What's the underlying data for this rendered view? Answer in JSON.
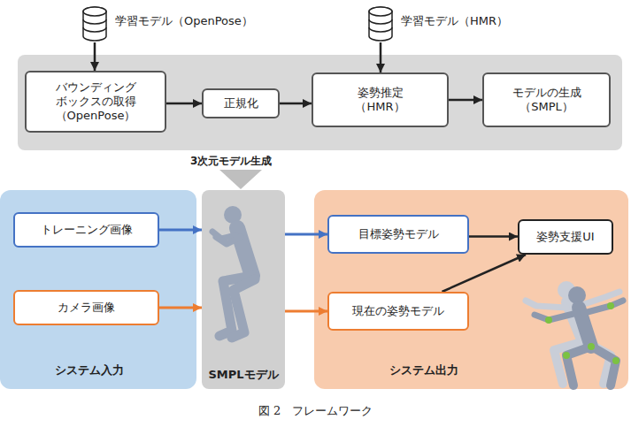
{
  "diagram": {
    "caption": "図 2　フレームワーク",
    "nodes": [
      {
        "text": [
          "学習モデル（OpenPose）"
        ]
      },
      {
        "text": [
          "学習モデル（HMR）"
        ]
      },
      {
        "text": [
          "3次元モデル生成"
        ]
      },
      {
        "text": [
          "バウンディング ボックスの取得 （OpenPose）"
        ],
        "in": 2
      },
      {
        "text": [
          "正規化"
        ],
        "in": 2
      },
      {
        "text": [
          "姿勢推定 （HMR）"
        ],
        "in": 2
      },
      {
        "text": [
          "モデルの生成 （SMPL）"
        ],
        "in": 2
      },
      {
        "text": [
          "システム入力"
        ]
      },
      {
        "text": [
          "トレーニング画像"
        ],
        "in": 7
      },
      {
        "text": [
          "カメラ画像"
        ],
        "in": 7
      },
      {
        "text": [
          "SMPLモデル"
        ]
      },
      {
        "text": [
          "システム出力"
        ]
      },
      {
        "text": [
          "目標姿勢モデル"
        ],
        "in": 11
      },
      {
        "text": [
          "現在の姿勢モデル"
        ],
        "in": 11
      },
      {
        "text": [
          "姿勢支援UI"
        ],
        "in": 11
      }
    ],
    "edges": [
      {
        "from": 0,
        "to": 3,
        "arrow": "to"
      },
      {
        "from": 1,
        "to": 5,
        "arrow": "to"
      },
      {
        "from": 3,
        "to": 4,
        "arrow": "to"
      },
      {
        "from": 4,
        "to": 5,
        "arrow": "to"
      },
      {
        "from": 5,
        "to": 6,
        "arrow": "to"
      },
      {
        "from": 8,
        "to": 10,
        "arrow": "to"
      },
      {
        "from": 9,
        "to": 10,
        "arrow": "to"
      },
      {
        "from": 10,
        "to": 12,
        "arrow": "to"
      },
      {
        "from": 10,
        "to": 13,
        "arrow": "to"
      },
      {
        "from": 12,
        "to": 14,
        "arrow": "to"
      },
      {
        "from": 13,
        "to": 14,
        "arrow": "to"
      }
    ]
  }
}
